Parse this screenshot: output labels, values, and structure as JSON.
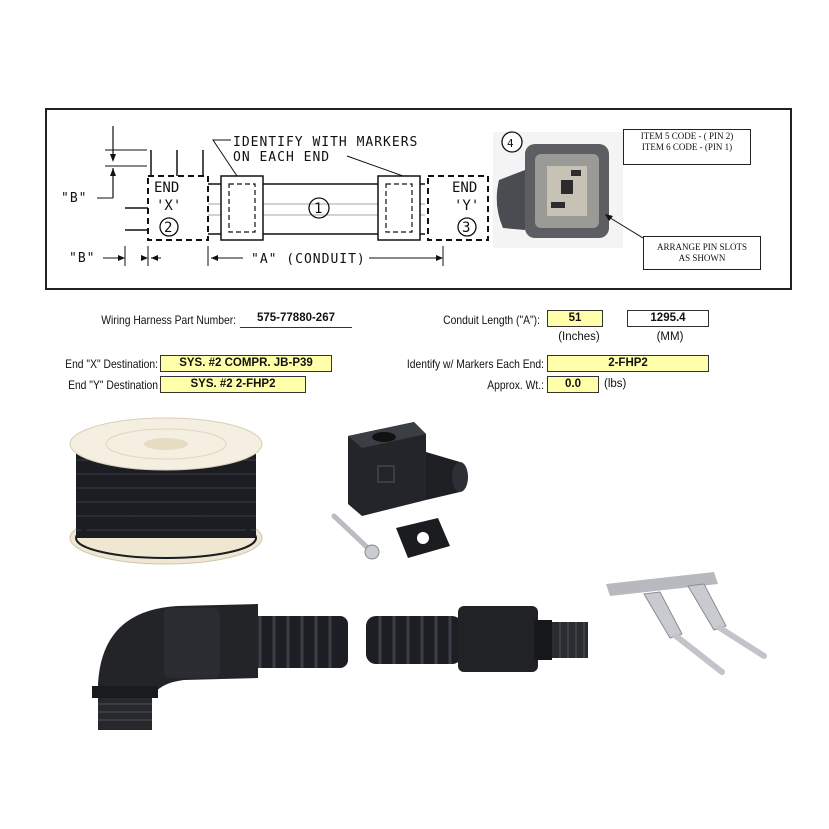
{
  "drawing": {
    "marker_note_line1": "IDENTIFY WITH MARKERS",
    "marker_note_line2": "ON EACH END",
    "end_x_title": "END",
    "end_x_letter": "'X'",
    "end_x_callout": "2",
    "end_y_title": "END",
    "end_y_letter": "'Y'",
    "end_y_callout": "3",
    "conduit_callout": "1",
    "connector_callout": "4",
    "dim_b_upper": "\"B\"",
    "dim_b_lower": "\"B\"",
    "dim_a": "\"A\" (CONDUIT)",
    "pin_note_line1": "ITEM 5 CODE - ( PIN 2)",
    "pin_note_line2": "ITEM 6 CODE - (PIN 1)",
    "slot_note_line1": "ARRANGE PIN SLOTS",
    "slot_note_line2": "AS SHOWN"
  },
  "form": {
    "part_number_label": "Wiring Harness Part Number:",
    "part_number_value": "575-77880-267",
    "end_x_label": "End \"X\" Destination:",
    "end_x_value": "SYS. #2 COMPR. JB-P39",
    "end_y_label": "End \"Y\" Destination",
    "end_y_value": "SYS. #2 2-FHP2",
    "conduit_length_label": "Conduit Length (\"A\"):",
    "conduit_length_inches": "51",
    "conduit_length_mm": "1295.4",
    "inches_unit": "(Inches)",
    "mm_unit": "(MM)",
    "markers_label": "Identify w/ Markers Each End:",
    "markers_value": "2-FHP2",
    "weight_label": "Approx. Wt.:",
    "weight_value": "0.0",
    "weight_unit": "(lbs)"
  },
  "colors": {
    "highlight": "#ffffaa",
    "ink": "#111111",
    "cable": "#1b1d22",
    "spool": "#efe7d2"
  },
  "icons": [
    "wire-spool-icon",
    "din-connector-icon",
    "elbow-fitting-icon",
    "straight-fitting-icon",
    "crimp-pin-icon"
  ]
}
